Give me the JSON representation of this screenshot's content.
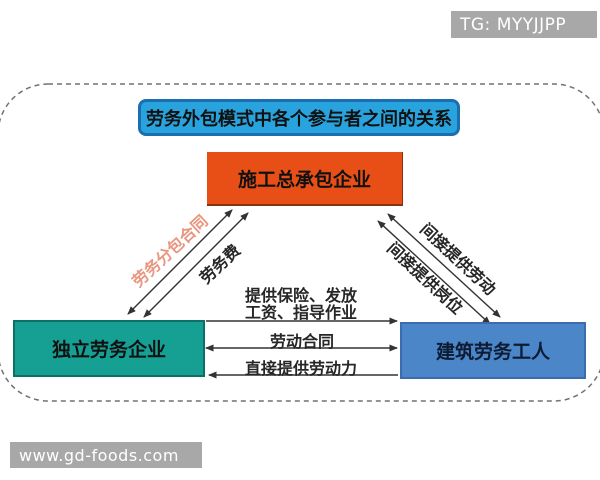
{
  "watermarks": {
    "tg": "TG: MYYJJPP",
    "site": "www.gd-foods.com"
  },
  "title": "劳务外包模式中各个参与者之间的关系",
  "nodes": {
    "contractor": "施工总承包企业",
    "labor_company": "独立劳务企业",
    "workers": "建筑劳务工人"
  },
  "edges": {
    "subcontract": "劳务分包合同",
    "labor_fee": "劳务费",
    "indirect_labor": "间接提供劳动",
    "indirect_jobs": "间接提供岗位",
    "insurance_line1": "提供保险、发放",
    "insurance_line2": "工资、指导作业",
    "labor_contract": "劳动合同",
    "direct_labor": "直接提供劳动力"
  },
  "colors": {
    "contractor_box": "#e74f17",
    "labor_company_box": "#16a094",
    "workers_box": "#4a86c8",
    "title_fill": "#29a3de",
    "title_border": "#1b6fae",
    "badge_gray": "#a8a8a8",
    "subcontract_label": "#e8967f",
    "arrow": "#333333",
    "dashed_border": "#4d4d4d"
  }
}
